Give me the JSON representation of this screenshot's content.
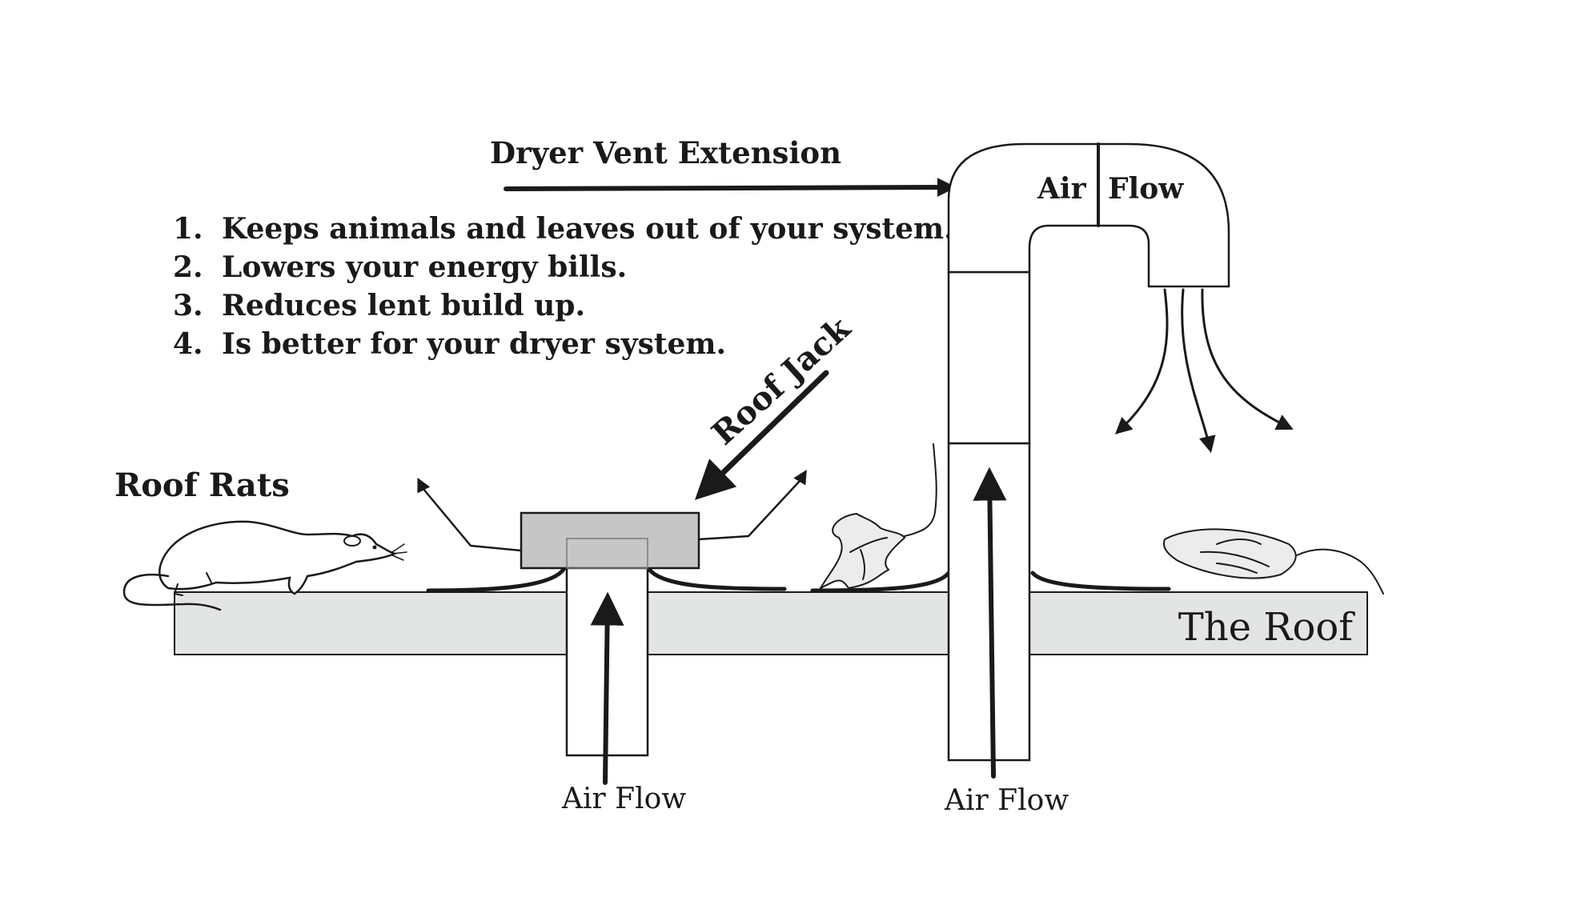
{
  "title": "Dryer Vent Extension",
  "benefits": [
    {
      "num": "1.",
      "text": "Keeps animals and leaves out of your system."
    },
    {
      "num": "2.",
      "text": "Lowers your energy bills."
    },
    {
      "num": "3.",
      "text": "Reduces lent build up."
    },
    {
      "num": "4.",
      "text": "Is better for your dryer system."
    }
  ],
  "labels": {
    "roof_jack": "Roof Jack",
    "roof_rats": "Roof Rats",
    "the_roof": "The Roof",
    "air_flow_left": "Air Flow",
    "air_flow_right": "Air Flow",
    "elbow_air": "Air",
    "elbow_flow": "Flow"
  },
  "colors": {
    "ink": "#1a1a1a",
    "roof_fill": "#e3e5e5",
    "jack_cap_fill": "#c6c6c6",
    "leaf_fill": "#ececec"
  }
}
